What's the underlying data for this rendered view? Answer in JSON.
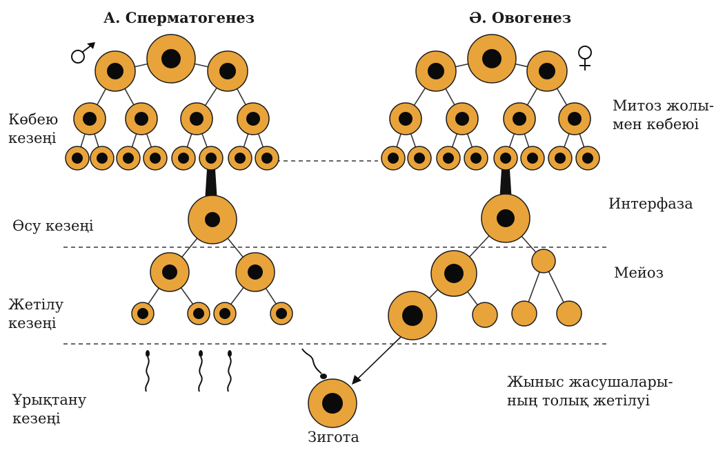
{
  "titles": {
    "spermatogenesis": "А. Сперматогенез",
    "oogenesis": "Ә. Овогенез"
  },
  "symbols": {
    "male": "♂",
    "female": "♀"
  },
  "left_labels": {
    "reproduction": "Көбею\nкезеңі",
    "growth": "Өсу кезеңі",
    "maturation": "Жетілу\nкезеңі",
    "fertilization": "Ұрықтану\nкезеңі"
  },
  "right_labels": {
    "mitosis": "Митоз жолы-\nмен көбеюі",
    "interphase": "Интерфаза",
    "meiosis": "Мейоз",
    "gamete_maturation": "Жыныс жасушалары-\nның толық жетілуі"
  },
  "zygote_label": "Зигота",
  "colors": {
    "cell_fill": "#E8A33A",
    "nucleus": "#0a0a0a",
    "line": "#333333"
  }
}
